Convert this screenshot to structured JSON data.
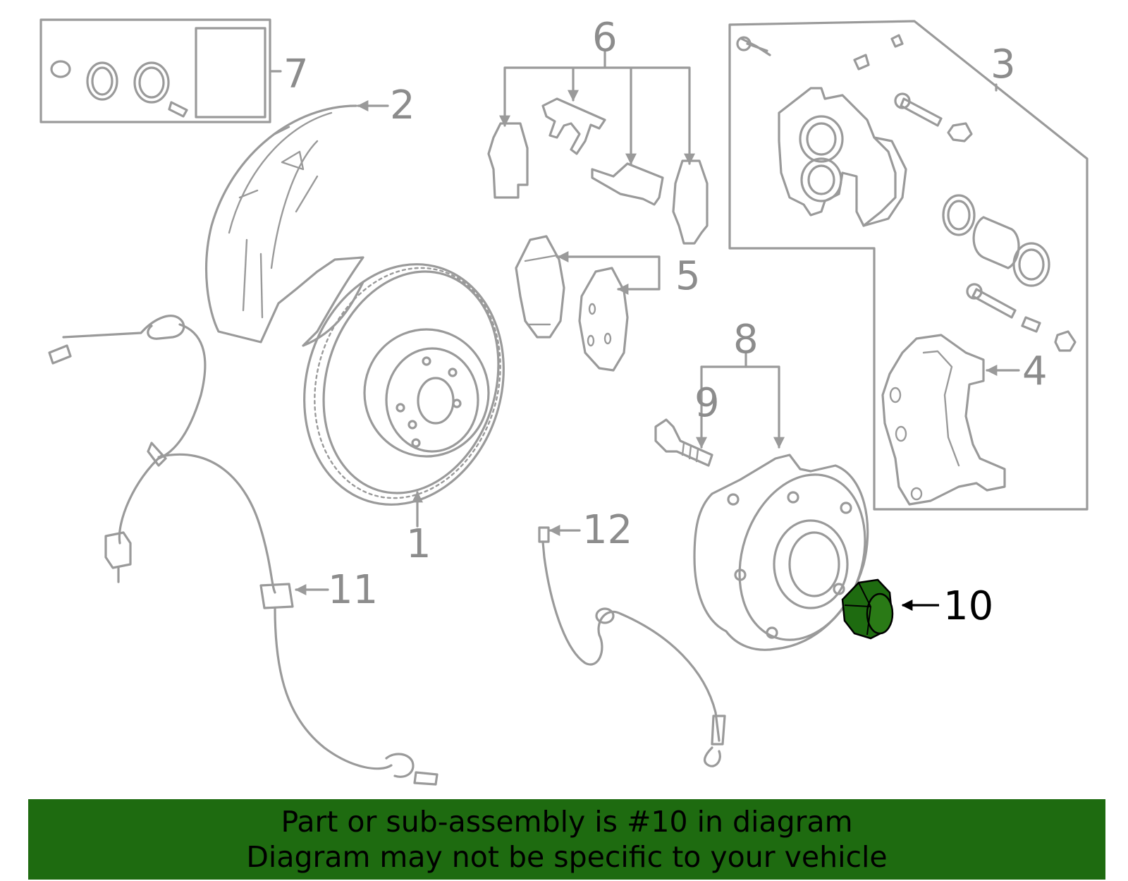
{
  "callouts": {
    "c1": "1",
    "c2": "2",
    "c3": "3",
    "c4": "4",
    "c5": "5",
    "c6": "6",
    "c7": "7",
    "c8": "8",
    "c9": "9",
    "c10": "10",
    "c11": "11",
    "c12": "12"
  },
  "highlight": {
    "part": "10",
    "color": "#1e6b10"
  },
  "banner": {
    "line1": "Part or sub-assembly is #10 in diagram",
    "line2": "Diagram may not be specific to your vehicle",
    "background": "#1e6b10"
  }
}
